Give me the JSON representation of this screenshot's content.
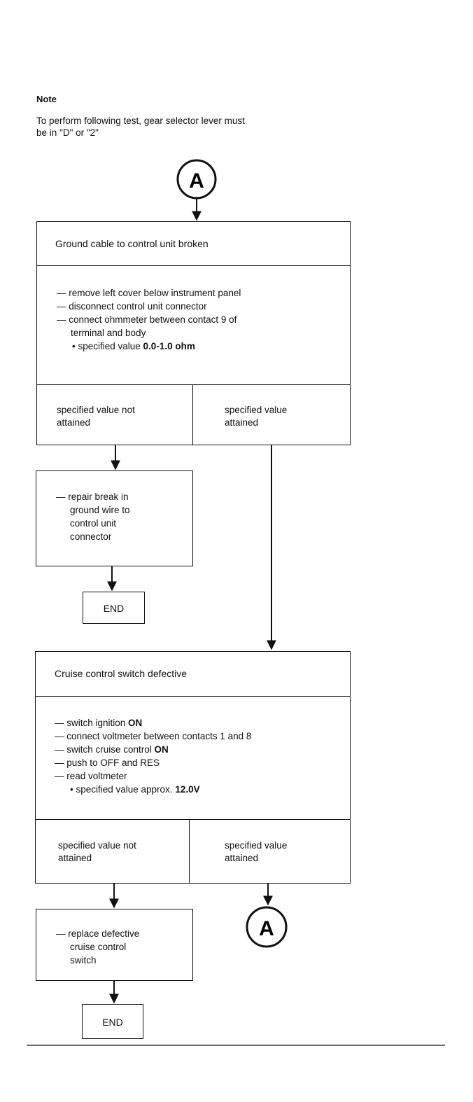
{
  "note": {
    "heading": "Note",
    "text_line1": "To perform following test, gear selector lever must",
    "text_line2": "be in \"D\" or \"2\""
  },
  "connector_label": "A",
  "box1": {
    "title": "Ground cable to control unit broken",
    "steps": [
      "— remove left cover below instrument panel",
      "— disconnect control unit connector",
      "— connect ohmmeter between contact 9 of",
      "terminal and body"
    ],
    "spec_prefix": "• specified value ",
    "spec_value": "0.0-1.0 ohm",
    "not_attained_line1": "specified value not",
    "not_attained_line2": "attained",
    "attained_line1": "specified value",
    "attained_line2": "attained"
  },
  "repair_box": {
    "line1": "— repair break in",
    "line2": "ground wire to",
    "line3": "control unit",
    "line4": "connector"
  },
  "end_label": "END",
  "box2": {
    "title": "Cruise control switch defective",
    "step1_prefix": "— switch ignition ",
    "step1_bold": "ON",
    "step2": "— connect voltmeter between contacts 1 and 8",
    "step3_prefix": "— switch cruise control ",
    "step3_bold": "ON",
    "step4": "— push to OFF and RES",
    "step5": "— read voltmeter",
    "spec_prefix": "• specified value approx. ",
    "spec_value": "12.0V",
    "not_attained_line1": "specified value not",
    "not_attained_line2": "attained",
    "attained_line1": "specified value",
    "attained_line2": "attained"
  },
  "replace_box": {
    "line1": "— replace defective",
    "line2": "cruise control",
    "line3": "switch"
  }
}
